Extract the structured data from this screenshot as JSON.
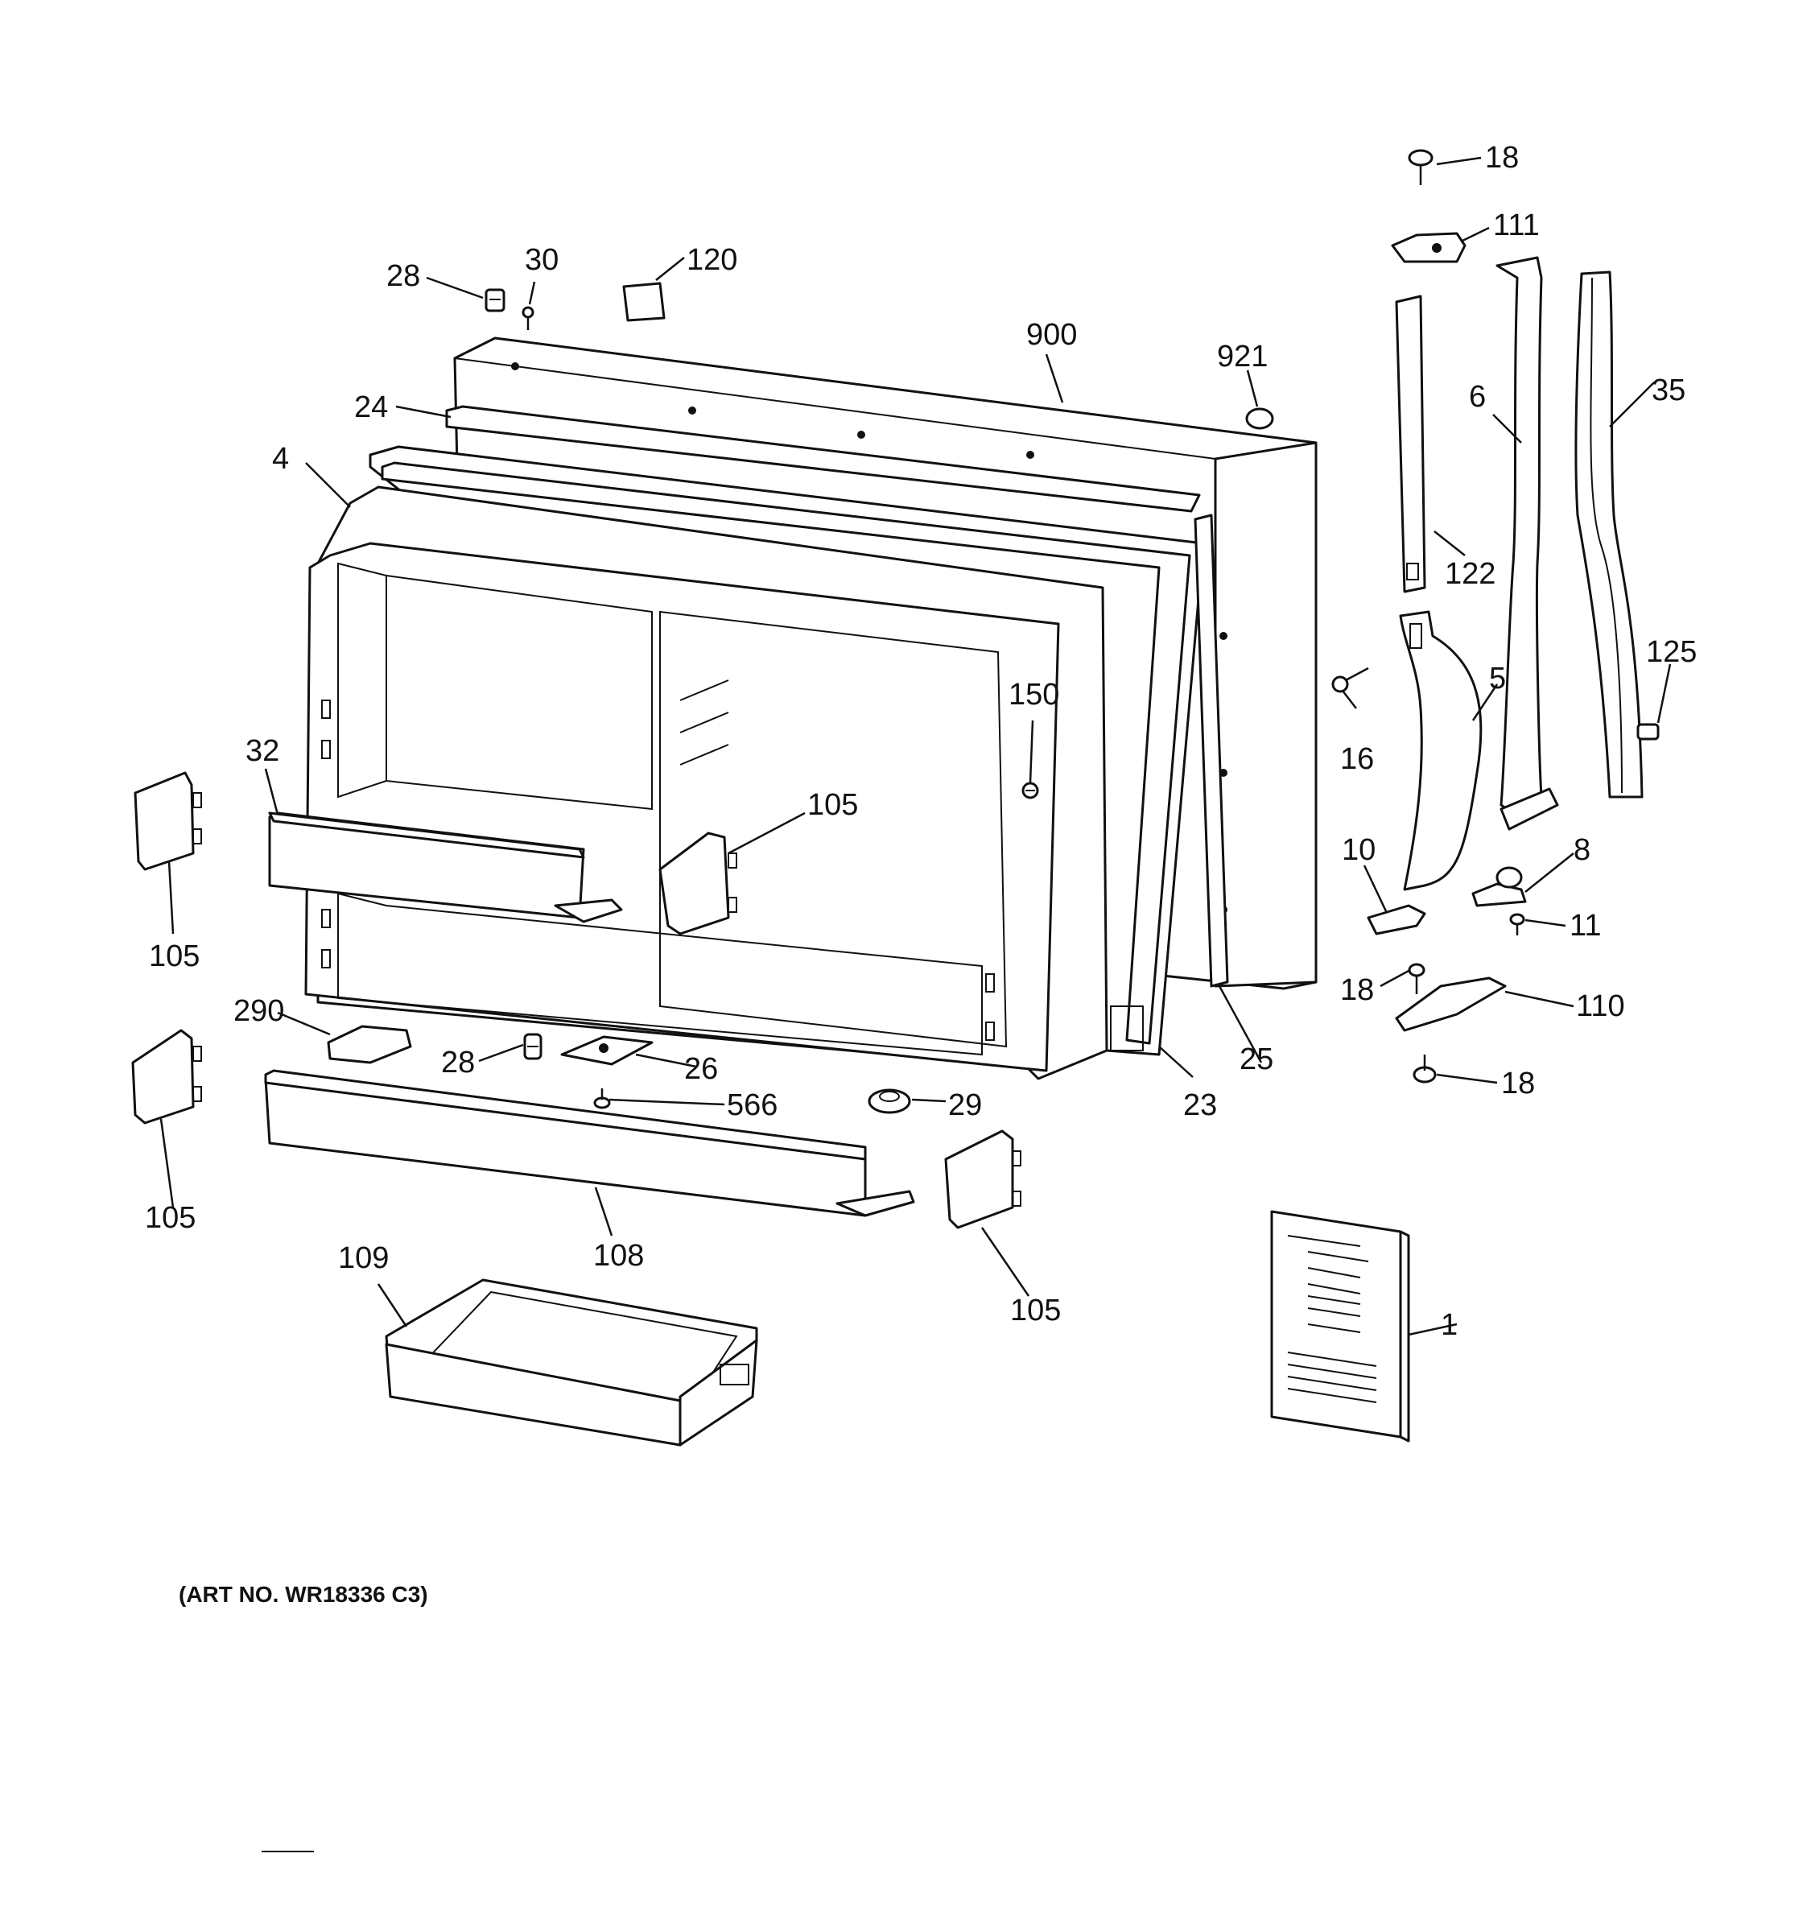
{
  "diagram": {
    "art_number": "(ART NO. WR18336 C3)",
    "callouts": {
      "c18_top": "18",
      "c111": "111",
      "c28_top": "28",
      "c30": "30",
      "c120": "120",
      "c900": "900",
      "c921": "921",
      "c24": "24",
      "c4": "4",
      "c6": "6",
      "c35": "35",
      "c122": "122",
      "c125": "125",
      "c16": "16",
      "c5": "5",
      "c150": "150",
      "c32": "32",
      "c105_mid": "105",
      "c105_left_upper": "105",
      "c10": "10",
      "c8": "8",
      "c11": "11",
      "c18_mid": "18",
      "c110": "110",
      "c290": "290",
      "c28_bottom": "28",
      "c26": "26",
      "c566": "566",
      "c29": "29",
      "c25": "25",
      "c23": "23",
      "c18_bottom": "18",
      "c105_left_lower": "105",
      "c108": "108",
      "c109": "109",
      "c105_right": "105",
      "c1": "1"
    }
  }
}
